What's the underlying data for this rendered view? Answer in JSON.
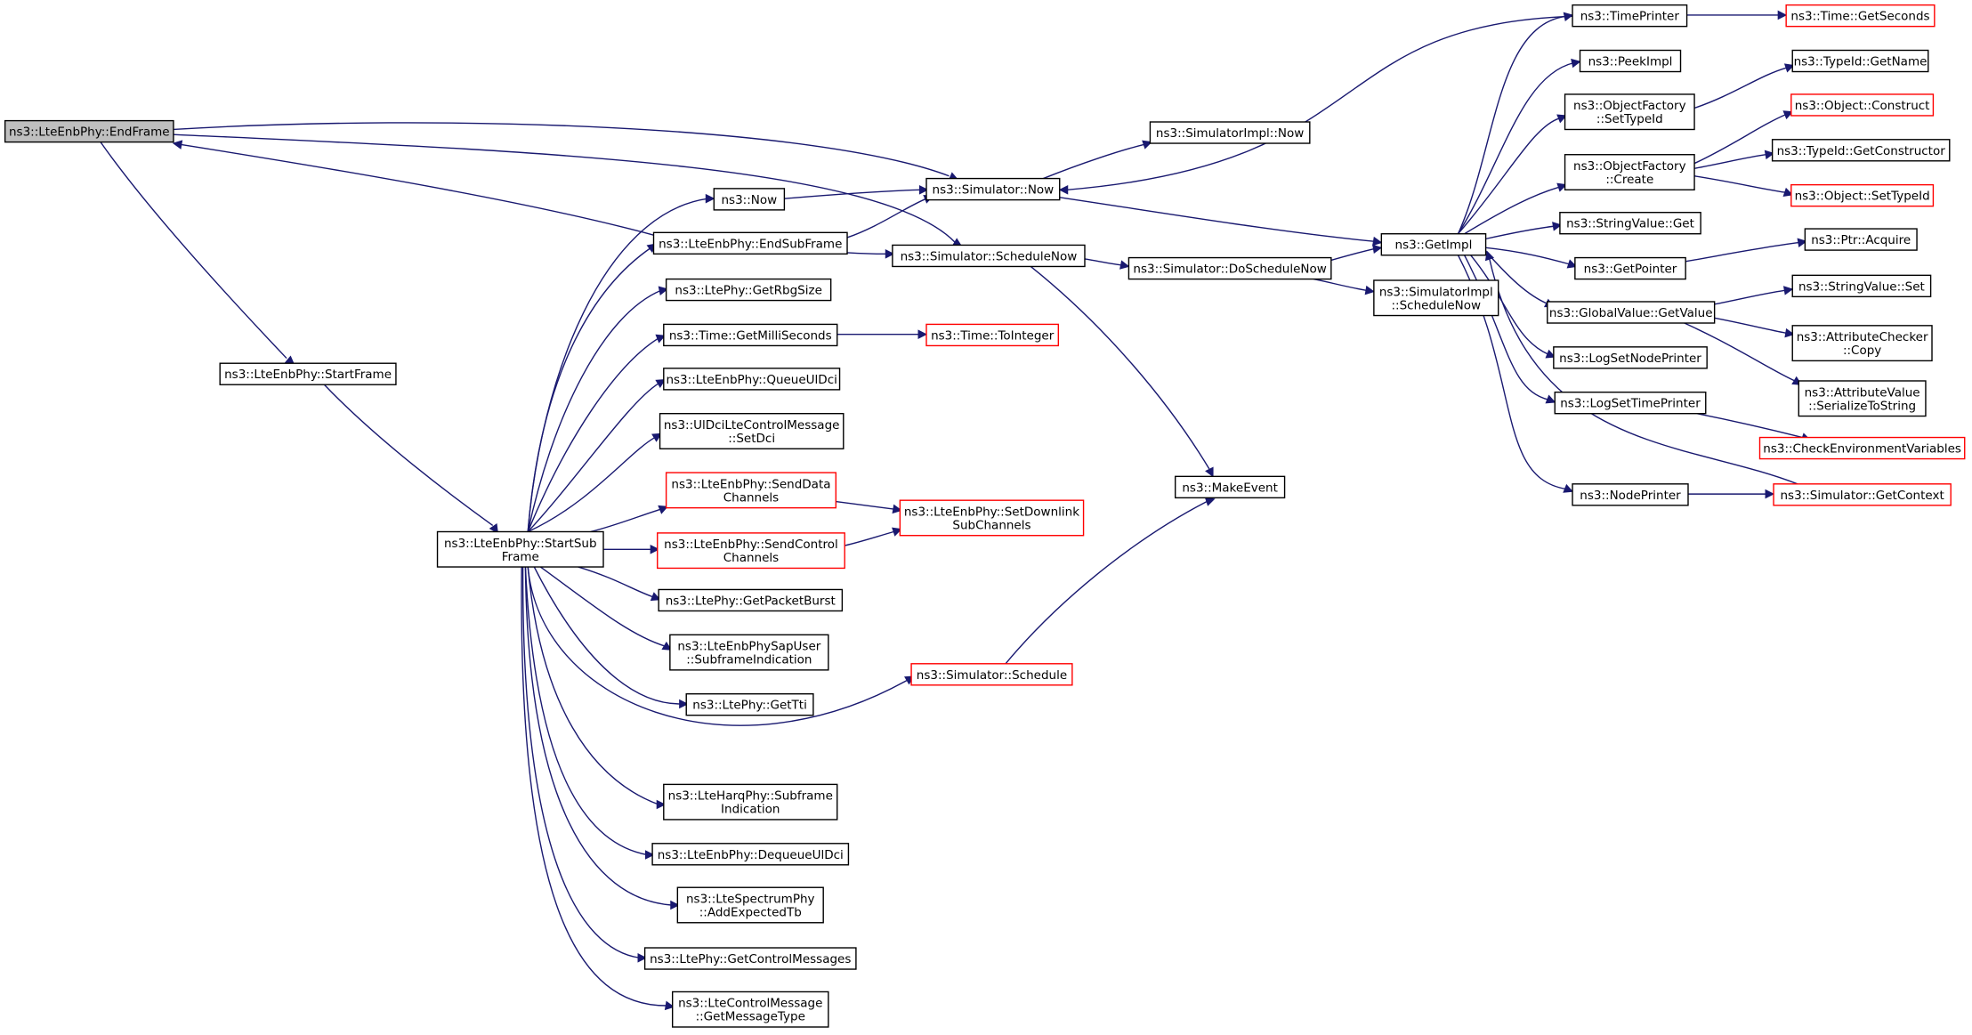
{
  "graph": {
    "edge_color": "#191970",
    "root_fill": "#bfbfbf",
    "truncated_border": "#ff0000",
    "nodes": [
      {
        "id": "endframe",
        "lines": [
          "ns3::LteEnbPhy::EndFrame"
        ],
        "root": true
      },
      {
        "id": "startframe",
        "lines": [
          "ns3::LteEnbPhy::StartFrame"
        ]
      },
      {
        "id": "startsub",
        "lines": [
          "ns3::LteEnbPhy::StartSub",
          "Frame"
        ]
      },
      {
        "id": "now",
        "lines": [
          "ns3::Now"
        ]
      },
      {
        "id": "endsub",
        "lines": [
          "ns3::LteEnbPhy::EndSubFrame"
        ]
      },
      {
        "id": "rbgsize",
        "lines": [
          "ns3::LtePhy::GetRbgSize"
        ]
      },
      {
        "id": "millis",
        "lines": [
          "ns3::Time::GetMilliSeconds"
        ]
      },
      {
        "id": "queueul",
        "lines": [
          "ns3::LteEnbPhy::QueueUlDci"
        ]
      },
      {
        "id": "setdci",
        "lines": [
          "ns3::UlDciLteControlMessage",
          "::SetDci"
        ]
      },
      {
        "id": "senddata",
        "lines": [
          "ns3::LteEnbPhy::SendData",
          "Channels"
        ],
        "truncated": true
      },
      {
        "id": "sendctrl",
        "lines": [
          "ns3::LteEnbPhy::SendControl",
          "Channels"
        ],
        "truncated": true
      },
      {
        "id": "pktburst",
        "lines": [
          "ns3::LtePhy::GetPacketBurst"
        ]
      },
      {
        "id": "sapuser",
        "lines": [
          "ns3::LteEnbPhySapUser",
          "::SubframeIndication"
        ]
      },
      {
        "id": "gettti",
        "lines": [
          "ns3::LtePhy::GetTti"
        ]
      },
      {
        "id": "harq",
        "lines": [
          "ns3::LteHarqPhy::Subframe",
          "Indication"
        ]
      },
      {
        "id": "dequeue",
        "lines": [
          "ns3::LteEnbPhy::DequeueUlDci"
        ]
      },
      {
        "id": "spectrum",
        "lines": [
          "ns3::LteSpectrumPhy",
          "::AddExpectedTb"
        ]
      },
      {
        "id": "getctrl",
        "lines": [
          "ns3::LtePhy::GetControlMessages"
        ]
      },
      {
        "id": "msgtype",
        "lines": [
          "ns3::LteControlMessage",
          "::GetMessageType"
        ]
      },
      {
        "id": "simnow",
        "lines": [
          "ns3::Simulator::Now"
        ]
      },
      {
        "id": "schednow",
        "lines": [
          "ns3::Simulator::ScheduleNow"
        ]
      },
      {
        "id": "tointeger",
        "lines": [
          "ns3::Time::ToInteger"
        ],
        "truncated": true
      },
      {
        "id": "setdownlink",
        "lines": [
          "ns3::LteEnbPhy::SetDownlink",
          "SubChannels"
        ],
        "truncated": true
      },
      {
        "id": "schedule",
        "lines": [
          "ns3::Simulator::Schedule"
        ],
        "truncated": true
      },
      {
        "id": "implnow",
        "lines": [
          "ns3::SimulatorImpl::Now"
        ]
      },
      {
        "id": "doschednow",
        "lines": [
          "ns3::Simulator::DoScheduleNow"
        ]
      },
      {
        "id": "makeevent",
        "lines": [
          "ns3::MakeEvent"
        ]
      },
      {
        "id": "getimpl",
        "lines": [
          "ns3::GetImpl"
        ]
      },
      {
        "id": "implschednow",
        "lines": [
          "ns3::SimulatorImpl",
          "::ScheduleNow"
        ]
      },
      {
        "id": "timeprinter",
        "lines": [
          "ns3::TimePrinter"
        ]
      },
      {
        "id": "peekimpl",
        "lines": [
          "ns3::PeekImpl"
        ]
      },
      {
        "id": "ofsettypeid",
        "lines": [
          "ns3::ObjectFactory",
          "::SetTypeId"
        ]
      },
      {
        "id": "ofcreate",
        "lines": [
          "ns3::ObjectFactory",
          "::Create"
        ]
      },
      {
        "id": "svget",
        "lines": [
          "ns3::StringValue::Get"
        ]
      },
      {
        "id": "getpointer",
        "lines": [
          "ns3::GetPointer"
        ]
      },
      {
        "id": "gvgetvalue",
        "lines": [
          "ns3::GlobalValue::GetValue"
        ]
      },
      {
        "id": "lognode",
        "lines": [
          "ns3::LogSetNodePrinter"
        ]
      },
      {
        "id": "logtime",
        "lines": [
          "ns3::LogSetTimePrinter"
        ]
      },
      {
        "id": "nodeprinter",
        "lines": [
          "ns3::NodePrinter"
        ]
      },
      {
        "id": "getseconds",
        "lines": [
          "ns3::Time::GetSeconds"
        ],
        "truncated": true
      },
      {
        "id": "tidgetname",
        "lines": [
          "ns3::TypeId::GetName"
        ]
      },
      {
        "id": "objconstruct",
        "lines": [
          "ns3::Object::Construct"
        ],
        "truncated": true
      },
      {
        "id": "tidgetctor",
        "lines": [
          "ns3::TypeId::GetConstructor"
        ]
      },
      {
        "id": "objsettypeid",
        "lines": [
          "ns3::Object::SetTypeId"
        ],
        "truncated": true
      },
      {
        "id": "ptracquire",
        "lines": [
          "ns3::Ptr::Acquire"
        ]
      },
      {
        "id": "svset",
        "lines": [
          "ns3::StringValue::Set"
        ]
      },
      {
        "id": "accopy",
        "lines": [
          "ns3::AttributeChecker",
          "::Copy"
        ]
      },
      {
        "id": "avserialize",
        "lines": [
          "ns3::AttributeValue",
          "::SerializeToString"
        ]
      },
      {
        "id": "checkenv",
        "lines": [
          "ns3::CheckEnvironmentVariables"
        ],
        "truncated": true
      },
      {
        "id": "getcontext",
        "lines": [
          "ns3::Simulator::GetContext"
        ],
        "truncated": true
      }
    ]
  }
}
